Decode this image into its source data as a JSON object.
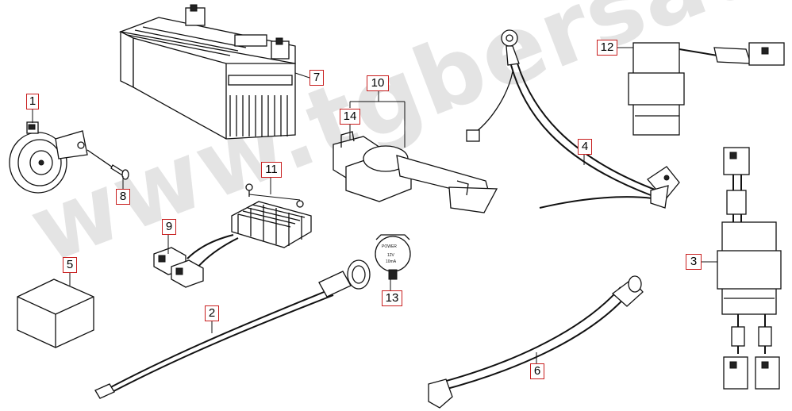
{
  "watermark": "www.tgbersatzteile.de",
  "callout_color": "#c81e1e",
  "callouts": {
    "c1": "1",
    "c2": "2",
    "c3": "3",
    "c4": "4",
    "c5": "5",
    "c6": "6",
    "c7": "7",
    "c8": "8",
    "c9": "9",
    "c10": "10",
    "c11": "11",
    "c12": "12",
    "c13": "13",
    "c14": "14"
  },
  "parts": {
    "horn": "horn",
    "bolt": "bolt",
    "battery": "battery",
    "starter_relay_group": "starter-relay-group",
    "relay": "relay",
    "regulator": "regulator",
    "regulator_connector": "regulator-connector",
    "ground_cable": "ground-cable",
    "battery_cable": "battery-cable",
    "cdi_box": "cdi-box",
    "ignition_coil": "ignition-coil",
    "flasher_relay": "flasher-relay",
    "pilot_lamp": "pilot-lamp",
    "pilot_lamp_text": [
      "POWER",
      "12V",
      "10mA"
    ]
  }
}
